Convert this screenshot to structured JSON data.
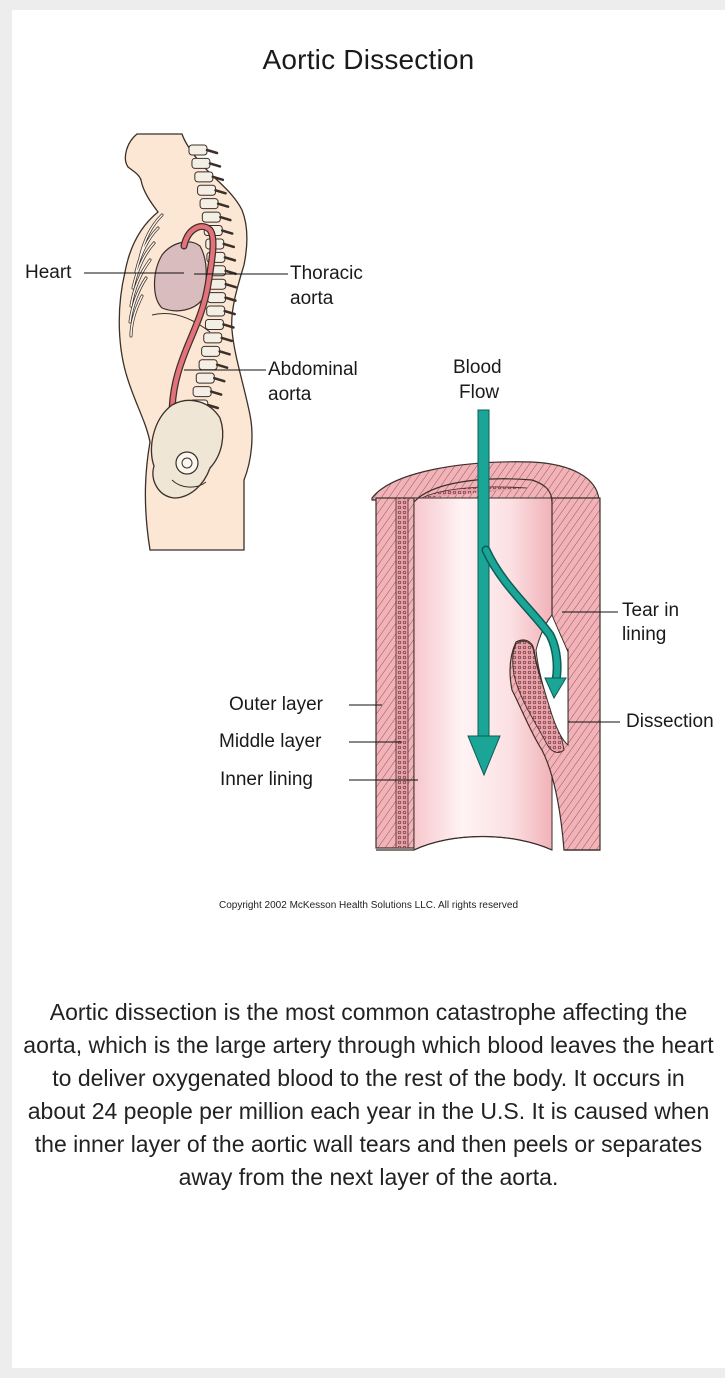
{
  "title": "Aortic Dissection",
  "body_labels": {
    "heart": "Heart",
    "thoracic_1": "Thoracic",
    "thoracic_2": "aorta",
    "abdominal_1": "Abdominal",
    "abdominal_2": "aorta"
  },
  "vessel_labels": {
    "blood_1": "Blood",
    "blood_2": "Flow",
    "tear_1": "Tear in",
    "tear_2": "lining",
    "dissection": "Dissection",
    "outer": "Outer layer",
    "middle": "Middle layer",
    "inner": "Inner lining"
  },
  "copyright": "Copyright 2002 McKesson Health Solutions LLC. All rights reserved",
  "description": "Aortic dissection is the most common catastrophe affecting the aorta, which is the large artery through which blood leaves the heart to deliver oxygenated blood to the rest of the body. It occurs in about 24 people per million each year in the U.S. It is caused when the inner layer of the aortic wall tears and then peels or separates away from the next layer of the aorta.",
  "colors": {
    "skin": "#fbe7d3",
    "heart": "#d9bcbe",
    "aorta": "#e4727a",
    "vessel": "#f1b2b8",
    "lumen": "#fbe0e2",
    "arrow": "#1aa597"
  }
}
